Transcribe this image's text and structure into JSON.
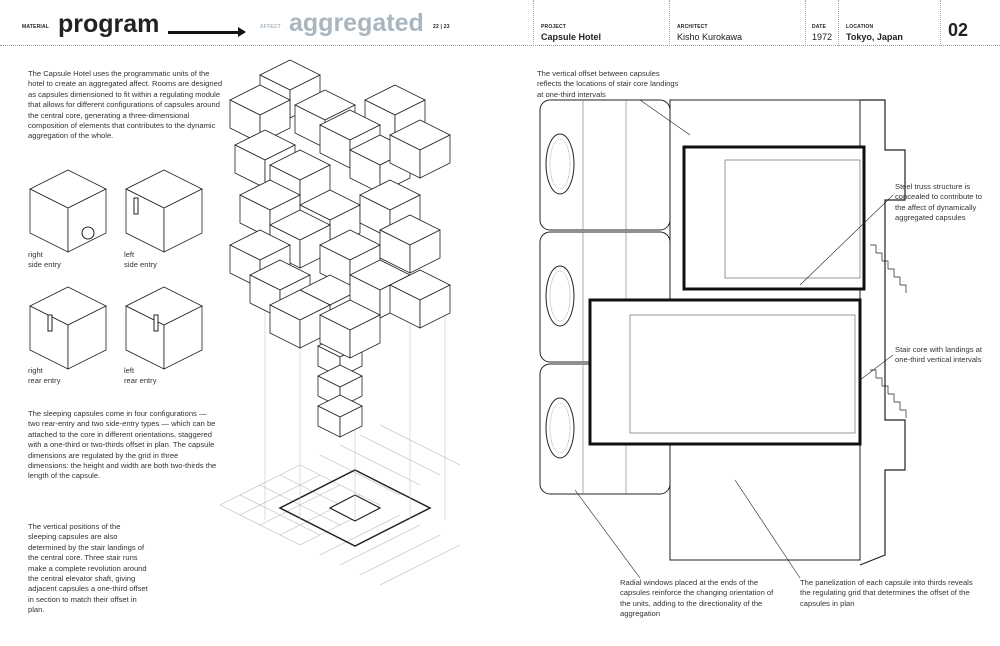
{
  "header": {
    "material_label": "MATERIAL",
    "material": "program",
    "affect_label": "AFFECT",
    "affect": "aggregated",
    "pages": "22 | 23",
    "project_label": "PROJECT",
    "project": "Capsule Hotel",
    "architect_label": "ARCHITECT",
    "architect": "Kisho Kurokawa",
    "date_label": "DATE",
    "date": "1972",
    "location_label": "LOCATION",
    "location": "Tokyo, Japan",
    "number": "02"
  },
  "left": {
    "intro": "The Capsule Hotel uses the programmatic units of the hotel to create an aggregated affect. Rooms are designed as capsules dimensioned to fit within a regulating module that allows for different configurations of capsules around the central core, generating a three-dimensional composition of elements that contributes to the dynamic aggregation of the whole.",
    "configs": [
      {
        "line1": "right",
        "line2": "side entry"
      },
      {
        "line1": "left",
        "line2": "side entry"
      },
      {
        "line1": "right",
        "line2": "rear entry"
      },
      {
        "line1": "left",
        "line2": "rear entry"
      }
    ],
    "para2": "The sleeping capsules come in four configurations — two rear-entry and two side-entry types — which can be attached to the core in different orientations, staggered with a one-third or two-thirds offset in plan. The capsule dimensions are regulated by the grid in three dimensions: the height and width are both two-thirds the length of the capsule.",
    "para3": "The vertical positions of the sleeping capsules are also determined by the stair landings of the central core. Three stair runs make a complete revolution around the central elevator shaft, giving adjacent capsules a one-third offset in section to match their offset in plan."
  },
  "annotations": {
    "top": "The vertical offset between capsules reflects the locations of stair core landings at one-third intervals",
    "truss": "Steel truss structure is concealed to contribute to the affect of dynamically aggregated capsules",
    "stair": "Stair core with landings at one-third vertical intervals",
    "radial": "Radial windows placed at the ends of the capsules reinforce the changing orientation of the units, adding to the directionality of the aggregation",
    "panel": "The panelization of each capsule into thirds reveals the regulating grid that determines the offset of the capsules in plan"
  },
  "colors": {
    "affect": "#a9b6bf",
    "text": "#222222"
  }
}
